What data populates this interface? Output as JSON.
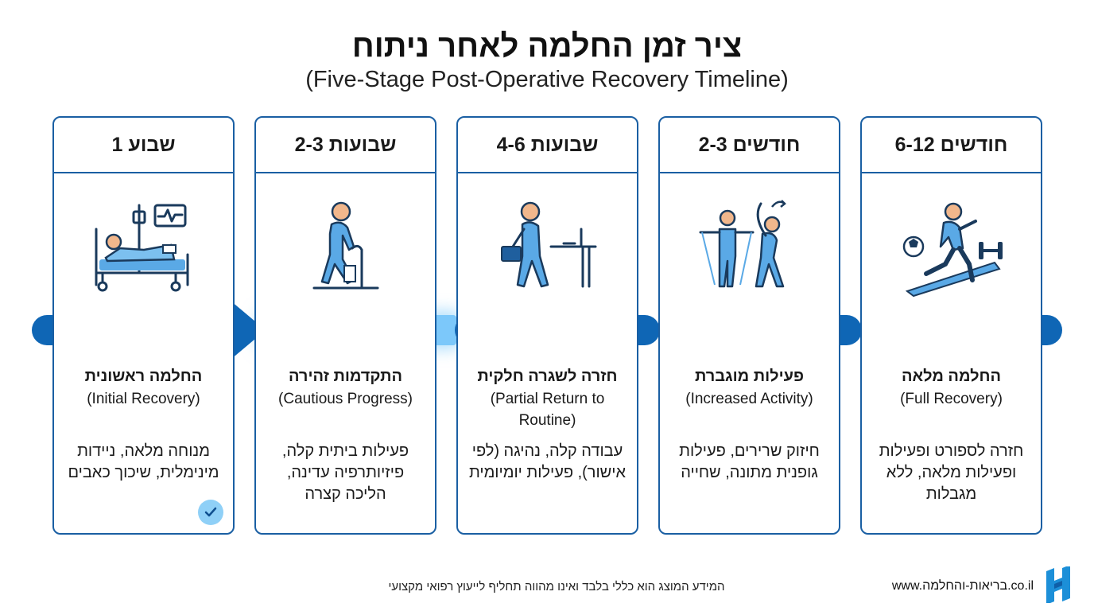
{
  "header": {
    "title": "ציר זמן החלמה לאחר ניתוח",
    "subtitle": "(Five-Stage Post-Operative Recovery Timeline)"
  },
  "stages": [
    {
      "period": "שבוע 1",
      "name_he": "החלמה ראשונית",
      "name_en": "(Initial Recovery)",
      "description": "מנוחה מלאה, ניידות מינימלית, שיכוך כאבים",
      "icon": "hospital-bed-icon"
    },
    {
      "period": "שבועות 2-3",
      "name_he": "התקדמות זהירה",
      "name_en": "(Cautious Progress)",
      "description": "פעילות ביתית קלה, פיזיותרפיה עדינה, הליכה קצרה",
      "icon": "walking-cane-icon"
    },
    {
      "period": "שבועות 4-6",
      "name_he": "חזרה לשגרה חלקית",
      "name_en": "(Partial Return to Routine)",
      "description": "עבודה קלה, נהיגה (לפי אישור), פעילות יומיומית",
      "icon": "work-desk-icon"
    },
    {
      "period": "חודשים 2-3",
      "name_he": "פעילות מוגברת",
      "name_en": "(Increased Activity)",
      "description": "חיזוק שרירים, פעילות גופנית מתונה, שחייה",
      "icon": "exercise-icon"
    },
    {
      "period": "חודשים 6-12",
      "name_he": "החלמה מלאה",
      "name_en": "(Full Recovery)",
      "description": "חזרה לספורט ופעילות ופעילות מלאה, ללא מגבלות",
      "icon": "running-sport-icon"
    }
  ],
  "footer": {
    "disclaimer": "המידע המוצג הוא כללי בלבד ואינו מהווה תחליף לייעוץ רפואי מקצועי",
    "url": "www.בריאות-והחלמה.co.il",
    "logo_icon": "h-logo-icon"
  },
  "colors": {
    "primary": "#0f66b5",
    "highlight": "#7cc8fa",
    "skin": "#f1b78c",
    "outline": "#1a5fa3"
  }
}
